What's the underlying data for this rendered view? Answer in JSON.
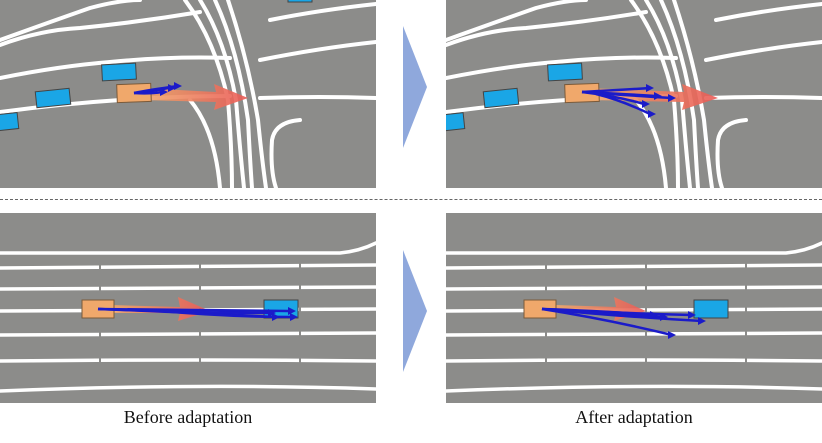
{
  "captions": {
    "before": "Before adaptation",
    "after": "After adaptation"
  },
  "colors": {
    "road_surface": "#8c8c8a",
    "lane_line": "#ffffff",
    "ego_vehicle": "#f0a86b",
    "other_vehicle": "#1aa6e6",
    "ground_truth_arrow": "#ea5a56",
    "predicted_trajectory": "#1b1bc9",
    "transition_arrow": "#8fa8dc"
  },
  "icons": {
    "transition": "right-chevron-arrow-icon",
    "divider": "dashed-divider"
  }
}
